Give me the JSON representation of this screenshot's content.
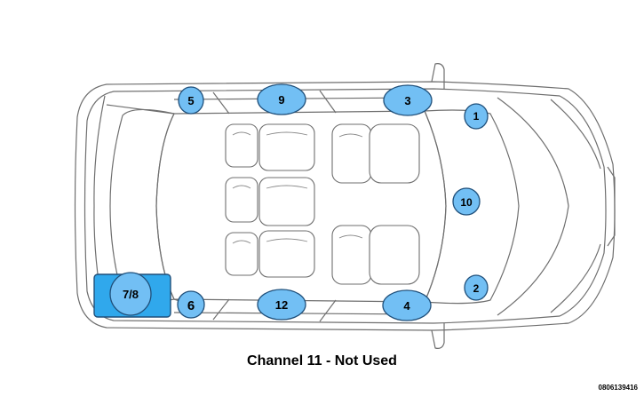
{
  "diagram": {
    "caption": "Channel 11 - Not Used",
    "figure_code": "0806139416",
    "colors": {
      "speaker_fill": "#72bff4",
      "speaker_stroke": "#1f4f7a",
      "subwoofer_box": "#30a8ec",
      "outline": "#6f6f6f"
    },
    "speakers": {
      "s1": "1",
      "s2": "2",
      "s3": "3",
      "s4": "4",
      "s5": "5",
      "s6": "6",
      "s78": "7/8",
      "s9": "9",
      "s10": "10",
      "s12": "12"
    }
  }
}
